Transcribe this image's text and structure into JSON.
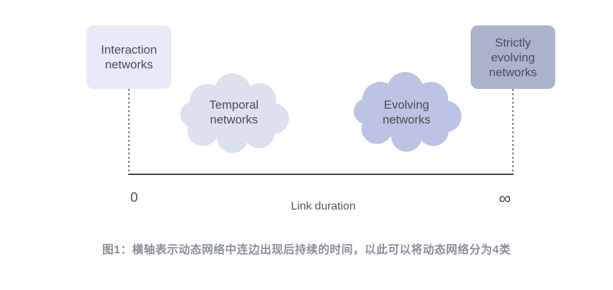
{
  "nodes": {
    "interaction": [
      "Interaction",
      "networks"
    ],
    "temporal": [
      "Temporal",
      "networks"
    ],
    "evolving": [
      "Evolving",
      "networks"
    ],
    "strictly_evolving": [
      "Strictly",
      "evolving",
      "networks"
    ]
  },
  "axis": {
    "start_label": "0",
    "end_label": "∞",
    "title": "Link duration"
  },
  "caption": "图1：横轴表示动态网络中连边出现后持续的时间，以此可以将动态网络分为4类",
  "colors": {
    "interaction_box": "#e8eaf7",
    "temporal_cloud": "#dde0ee",
    "evolving_cloud": "#bcc3e4",
    "strictly_evolving_box": "#acb3cc",
    "axis_line": "#3f4248"
  }
}
